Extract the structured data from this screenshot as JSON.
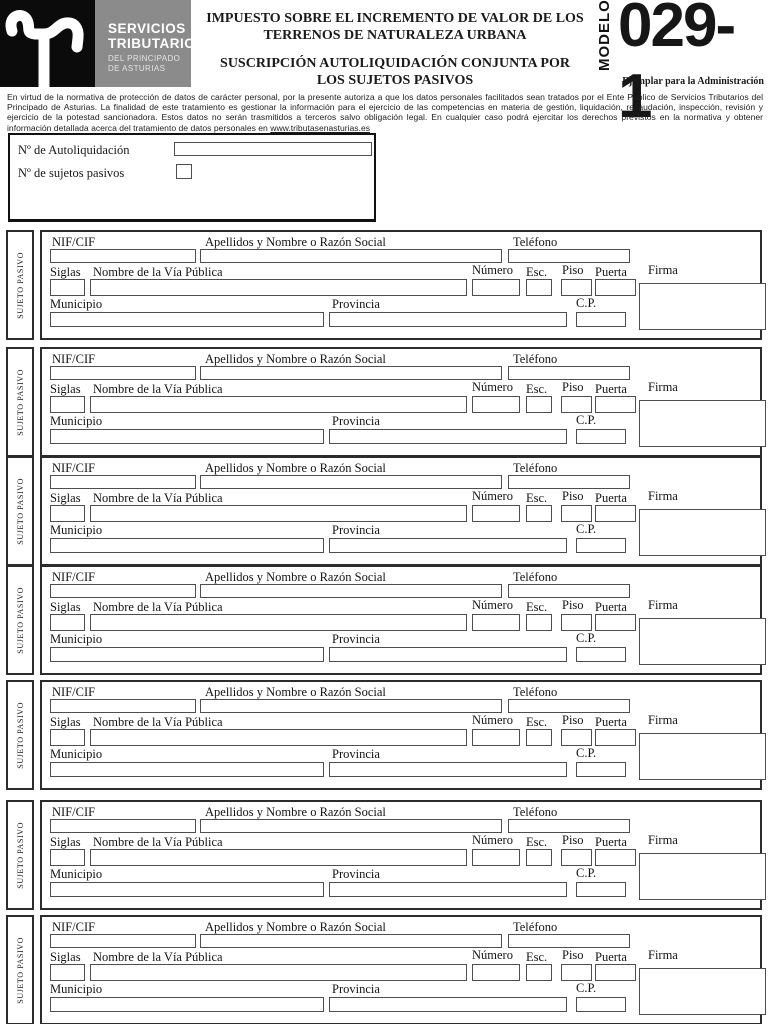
{
  "header": {
    "logo": {
      "symbol_icon": "asturias-tributarios-symbol",
      "org_line1": "SERVICIOS",
      "org_line2": "TRIBUTARIOS",
      "sub_line1": "DEL PRINCIPADO",
      "sub_line2": "DE ASTURIAS"
    },
    "title_line1": "IMPUESTO SOBRE EL INCREMENTO DE VALOR DE LOS TERRENOS DE NATURALEZA URBANA",
    "title_line2": "SUSCRIPCIÓN AUTOLIQUIDACIÓN CONJUNTA POR LOS SUJETOS PASIVOS",
    "modelo_label": "MODELO",
    "modelo_number": "029-1",
    "copy_note": "Ejemplar para la Administración"
  },
  "privacy_notice": {
    "text": "En virtud de la  normativa de protección de datos de carácter personal, por la presente autoriza a que los datos personales facilitados sean tratados por el Ente Público de Servicios Tributarios del Principado de Asturias. La finalidad de este tratamiento es gestionar la información para el ejercicio de las competencias en materia de gestión, liquidación, recaudación, inspección, revisión y ejercicio de la potestad sancionadora. Estos datos no serán trasmitidos a terceros salvo obligación legal. En cualquier caso podrá ejercitar los derechos previstos en la normativa y obtener información detallada acerca del tratamiento de datos personales en ",
    "link": "www.tributasenasturias.es"
  },
  "summary_box": {
    "autoliquidacion_label": "Nº de Autoliquidación",
    "autoliquidacion_value": "",
    "sujetos_label": "Nº de sujetos pasivos",
    "sujetos_value": ""
  },
  "form": {
    "sections_count": 7,
    "section": {
      "side_label": "SUJETO PASIVO",
      "labels": {
        "nif": "NIF/CIF",
        "apellidos": "Apellidos y Nombre o Razón Social",
        "telefono": "Teléfono",
        "siglas": "Siglas",
        "via": "Nombre de la Vía Pública",
        "numero": "Número",
        "esc": "Esc.",
        "piso": "Piso",
        "puerta": "Puerta",
        "firma": "Firma",
        "municipio": "Municipio",
        "provincia": "Provincia",
        "cp": "C.P."
      },
      "values": {
        "nif": "",
        "apellidos": "",
        "telefono": "",
        "siglas": "",
        "via": "",
        "numero": "",
        "esc": "",
        "piso": "",
        "puerta": "",
        "municipio": "",
        "provincia": "",
        "cp": ""
      }
    }
  },
  "colors": {
    "logo_black": "#0b0b0b",
    "logo_gray": "#8b8b8b",
    "ink": "#1a1a1a",
    "box_border": "#2c2c2c",
    "field_border": "#4e4e4e"
  }
}
